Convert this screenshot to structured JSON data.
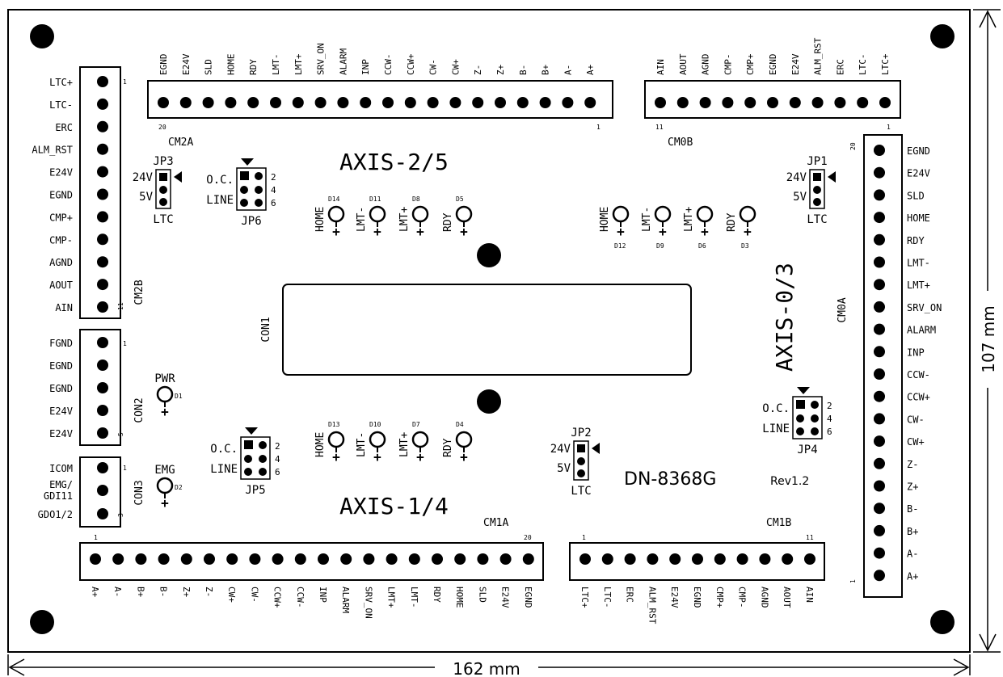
{
  "board": {
    "model": "DN-8368G",
    "revision": "Rev1.2",
    "width_label": "162 mm",
    "height_label": "107 mm",
    "con1_label": "CON1"
  },
  "axes": {
    "axis25": "AXIS-2/5",
    "axis14": "AXIS-1/4",
    "axis03": "AXIS-0/3"
  },
  "connectors": {
    "cm2a": {
      "name": "CM2A",
      "first": "20",
      "last": "1",
      "pins": [
        "EGND",
        "E24V",
        "SLD",
        "HOME",
        "RDY",
        "LMT-",
        "LMT+",
        "SRV_ON",
        "ALARM",
        "INP",
        "CCW-",
        "CCW+",
        "CW-",
        "CW+",
        "Z-",
        "Z+",
        "B-",
        "B+",
        "A-",
        "A+"
      ]
    },
    "cm0b": {
      "name": "CM0B",
      "first": "11",
      "last": "1",
      "pins": [
        "AIN",
        "AOUT",
        "AGND",
        "CMP-",
        "CMP+",
        "EGND",
        "E24V",
        "ALM_RST",
        "ERC",
        "LTC-",
        "LTC+"
      ]
    },
    "cm1a": {
      "name": "CM1A",
      "first": "1",
      "last": "20",
      "pins": [
        "A+",
        "A-",
        "B+",
        "B-",
        "Z+",
        "Z-",
        "CW+",
        "CW-",
        "CCW+",
        "CCW-",
        "INP",
        "ALARM",
        "SRV_ON",
        "LMT+",
        "LMT-",
        "RDY",
        "HOME",
        "SLD",
        "E24V",
        "EGND"
      ]
    },
    "cm1b": {
      "name": "CM1B",
      "first": "1",
      "last": "11",
      "pins": [
        "LTC+",
        "LTC-",
        "ERC",
        "ALM_RST",
        "E24V",
        "EGND",
        "CMP+",
        "CMP-",
        "AGND",
        "AOUT",
        "AIN"
      ]
    },
    "cm2b": {
      "name": "CM2B",
      "first": "1",
      "last": "11",
      "pins": [
        "LTC+",
        "LTC-",
        "ERC",
        "ALM_RST",
        "E24V",
        "EGND",
        "CMP+",
        "CMP-",
        "AGND",
        "AOUT",
        "AIN"
      ]
    },
    "con2": {
      "name": "CON2",
      "first": "1",
      "last": "5",
      "pins": [
        "FGND",
        "EGND",
        "EGND",
        "E24V",
        "E24V"
      ]
    },
    "con3": {
      "name": "CON3",
      "first": "1",
      "last": "3",
      "pins": [
        "ICOM",
        "EMG/\nGDI11",
        "GDO1/2"
      ]
    },
    "cm0a": {
      "name": "CM0A",
      "first": "20",
      "last": "1",
      "pins": [
        "EGND",
        "E24V",
        "SLD",
        "HOME",
        "RDY",
        "LMT-",
        "LMT+",
        "SRV_ON",
        "ALARM",
        "INP",
        "CCW-",
        "CCW+",
        "CW-",
        "CW+",
        "Z-",
        "Z+",
        "B-",
        "B+",
        "A-",
        "A+"
      ]
    }
  },
  "jumpers": {
    "jp1": {
      "name": "JP1",
      "top": "24V",
      "bottom": "5V",
      "under": "LTC"
    },
    "jp2": {
      "name": "JP2",
      "top": "24V",
      "bottom": "5V",
      "under": "LTC"
    },
    "jp3": {
      "name": "JP3",
      "top": "24V",
      "bottom": "5V",
      "under": "LTC"
    },
    "jp4": {
      "name": "JP4",
      "row1": "O.C.",
      "row2": "LINE",
      "pin_nums": [
        "2",
        "4",
        "6"
      ]
    },
    "jp5": {
      "name": "JP5",
      "row1": "O.C.",
      "row2": "LINE",
      "pin_nums": [
        "2",
        "4",
        "6"
      ]
    },
    "jp6": {
      "name": "JP6",
      "row1": "O.C.",
      "row2": "LINE",
      "pin_nums": [
        "2",
        "4",
        "6"
      ]
    }
  },
  "leds": {
    "group_upper_left": [
      {
        "label": "HOME",
        "ref": "D14"
      },
      {
        "label": "LMT-",
        "ref": "D11"
      },
      {
        "label": "LMT+",
        "ref": "D8"
      },
      {
        "label": "RDY",
        "ref": "D5"
      }
    ],
    "group_upper_right": [
      {
        "label": "HOME",
        "ref": "D12"
      },
      {
        "label": "LMT-",
        "ref": "D9"
      },
      {
        "label": "LMT+",
        "ref": "D6"
      },
      {
        "label": "RDY",
        "ref": "D3"
      }
    ],
    "group_lower_left": [
      {
        "label": "HOME",
        "ref": "D13"
      },
      {
        "label": "LMT-",
        "ref": "D10"
      },
      {
        "label": "LMT+",
        "ref": "D7"
      },
      {
        "label": "RDY",
        "ref": "D4"
      }
    ],
    "pwr": {
      "label": "PWR",
      "ref": "D1"
    },
    "emg": {
      "label": "EMG",
      "ref": "D2"
    },
    "plus": "+"
  }
}
